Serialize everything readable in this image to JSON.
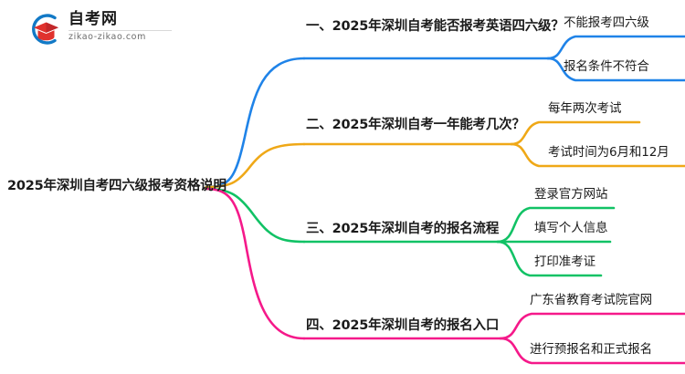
{
  "logo": {
    "mark_name": "zikao-graduation-cap-logo",
    "title": "自考网",
    "domain": "zikao-zikao.com",
    "arc_color": "#1279c6",
    "cap_color": "#e0322e"
  },
  "mindmap": {
    "root": {
      "label": "2025年深圳自考四六级报考资格说明"
    },
    "branches": [
      {
        "id": "branch-1",
        "label": "一、2025年深圳自考能否报考英语四六级？",
        "color": "#1f83e8",
        "leaves": [
          {
            "id": "leaf-1-1",
            "label": "不能报考四六级"
          },
          {
            "id": "leaf-1-2",
            "label": "报名条件不符合"
          }
        ]
      },
      {
        "id": "branch-2",
        "label": "二、2025年深圳自考一年能考几次？",
        "color": "#efa817",
        "leaves": [
          {
            "id": "leaf-2-1",
            "label": "每年两次考试"
          },
          {
            "id": "leaf-2-2",
            "label": "考试时间为6月和12月"
          }
        ]
      },
      {
        "id": "branch-3",
        "label": "三、2025年深圳自考的报名流程",
        "color": "#11c265",
        "leaves": [
          {
            "id": "leaf-3-1",
            "label": "登录官方网站"
          },
          {
            "id": "leaf-3-2",
            "label": "填写个人信息"
          },
          {
            "id": "leaf-3-3",
            "label": "打印准考证"
          }
        ]
      },
      {
        "id": "branch-4",
        "label": "四、2025年深圳自考的报名入口",
        "color": "#f5198a",
        "leaves": [
          {
            "id": "leaf-4-1",
            "label": "广东省教育考试院官网"
          },
          {
            "id": "leaf-4-2",
            "label": "进行预报名和正式报名"
          }
        ]
      }
    ]
  }
}
